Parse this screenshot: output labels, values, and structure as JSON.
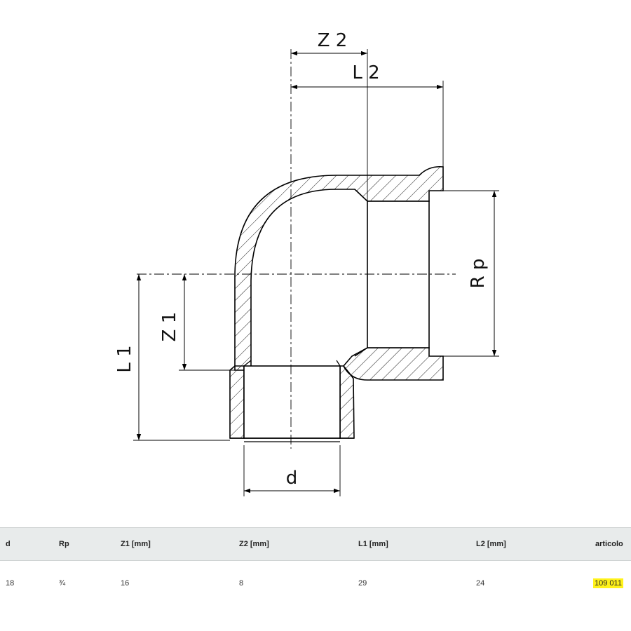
{
  "drawing": {
    "labels": {
      "z2": "Z 2",
      "l2": "L 2",
      "rp": "R p",
      "z1": "Z 1",
      "l1": "L 1",
      "d": "d"
    }
  },
  "table": {
    "headers": [
      "d",
      "Rp",
      "Z1 [mm]",
      "Z2 [mm]",
      "L1 [mm]",
      "L2 [mm]",
      "articolo"
    ],
    "rows": [
      [
        "18",
        "¾",
        "16",
        "8",
        "29",
        "24",
        "109 011"
      ]
    ],
    "highlight_color": "#fff21a"
  }
}
